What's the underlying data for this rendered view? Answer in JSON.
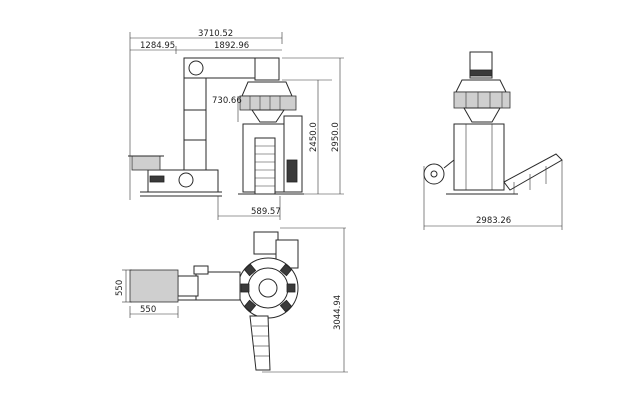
{
  "dimensions": {
    "total_width": "3710.52",
    "elevator_offset": "1284.95",
    "weigher_offset": "1892.96",
    "discharge_height": "730.66",
    "machine_height": "2450.0",
    "overall_height": "2950.0",
    "base_offset": "589.57",
    "side_width": "2983.26",
    "top_length": "3044.94",
    "hopper_height": "550",
    "hopper_width": "550"
  }
}
